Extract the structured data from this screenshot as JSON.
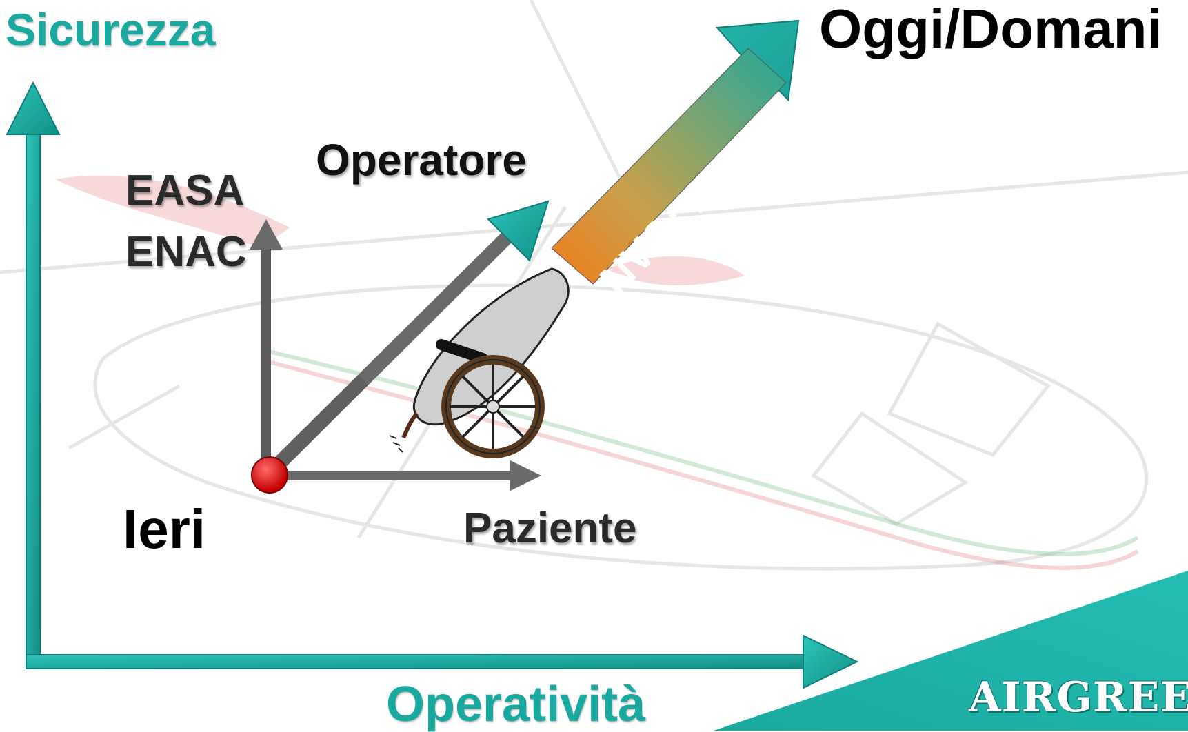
{
  "title": "Sicurezza",
  "top_right_label": "Oggi/Domani",
  "x_axis_label": "Operatività",
  "origin_label": "Ieri",
  "vector_labels": {
    "operatore": "Operatore",
    "easa": "EASA",
    "enac": "ENAC",
    "paziente": "Paziente"
  },
  "arrow_band_text": "NVG; PBN…",
  "logo_text": "AIRGREEN",
  "colors": {
    "teal": "#1aa9a0",
    "teal_dark": "#0e7f78",
    "grey_arrow": "#666666",
    "origin_dot": "#e00000",
    "band_start": "#f07a1a",
    "band_end": "#22a89a"
  },
  "illustration": {
    "cannon_icon": "cannon-icon",
    "background": "helicopter-watermark"
  }
}
